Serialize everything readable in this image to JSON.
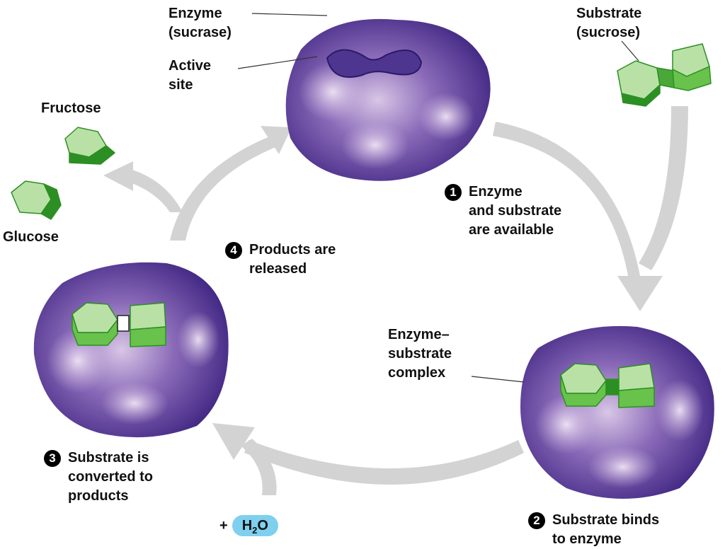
{
  "labels": {
    "enzyme": [
      "Enzyme",
      "(sucrase)"
    ],
    "active_site": [
      "Active",
      "site"
    ],
    "substrate": [
      "Substrate",
      "(sucrose)"
    ],
    "fructose": "Fructose",
    "glucose": "Glucose",
    "complex": [
      "Enzyme–",
      "substrate",
      "complex"
    ]
  },
  "steps": [
    {
      "num": "1",
      "lines": [
        "Enzyme",
        "and substrate",
        "are available"
      ]
    },
    {
      "num": "2",
      "lines": [
        "Substrate binds",
        "to enzyme"
      ]
    },
    {
      "num": "3",
      "lines": [
        "Substrate is",
        "converted to",
        "products"
      ]
    },
    {
      "num": "4",
      "lines": [
        "Products are",
        "released"
      ]
    }
  ],
  "water": {
    "plus": "+",
    "formula_h": "H",
    "formula_sub": "2",
    "formula_o": "O"
  },
  "colors": {
    "enzyme_dark": "#3f2582",
    "enzyme_mid": "#6a4aa6",
    "enzyme_light": "#d8c6e6",
    "substrate_light": "#b9e1a6",
    "substrate_mid": "#69c24b",
    "substrate_dark": "#2c8f23",
    "arrow": "#d3d3d3",
    "water": "#7fd0ee"
  }
}
